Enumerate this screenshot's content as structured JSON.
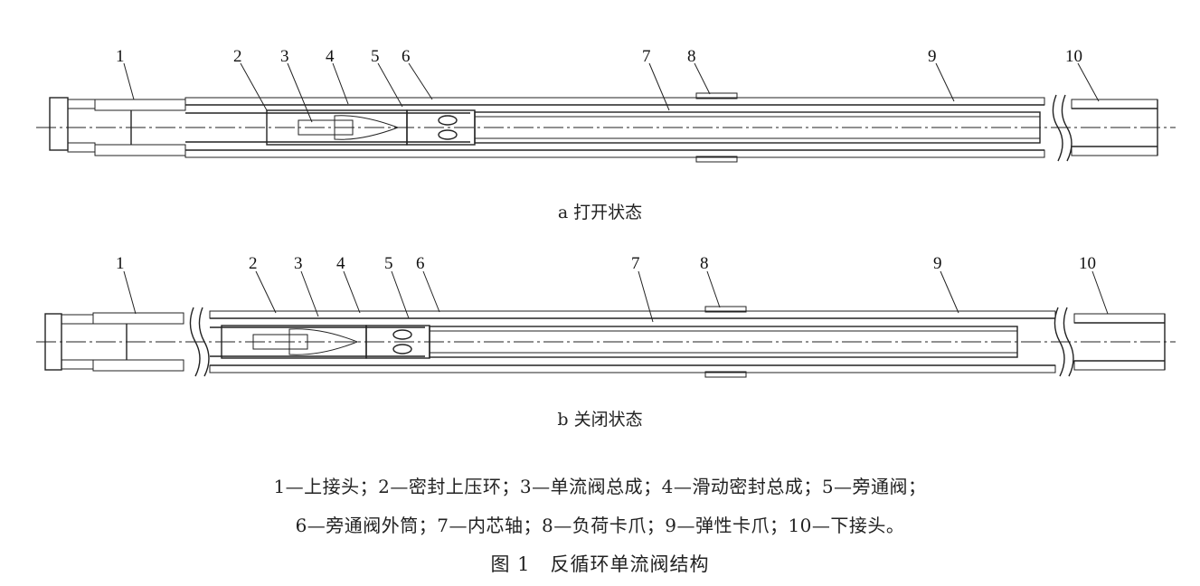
{
  "diagram_a": {
    "part_numbers": [
      {
        "label": "1"
      },
      {
        "label": "2"
      },
      {
        "label": "3"
      },
      {
        "label": "4"
      },
      {
        "label": "5"
      },
      {
        "label": "6"
      },
      {
        "label": "7"
      },
      {
        "label": "8"
      },
      {
        "label": "9"
      },
      {
        "label": "10"
      }
    ],
    "caption": "a 打开状态"
  },
  "diagram_b": {
    "part_numbers": [
      {
        "label": "1"
      },
      {
        "label": "2"
      },
      {
        "label": "3"
      },
      {
        "label": "4"
      },
      {
        "label": "5"
      },
      {
        "label": "6"
      },
      {
        "label": "7"
      },
      {
        "label": "8"
      },
      {
        "label": "9"
      },
      {
        "label": "10"
      }
    ],
    "caption": "b 关闭状态"
  },
  "legend": {
    "line1": "1—上接头；2—密封上压环；3—单流阀总成；4—滑动密封总成；5—旁通阀；",
    "line2": "6—旁通阀外筒；7—内芯轴；8—负荷卡爪；9—弹性卡爪；10—下接头。"
  },
  "figure_title": "图 1　反循环单流阀结构"
}
